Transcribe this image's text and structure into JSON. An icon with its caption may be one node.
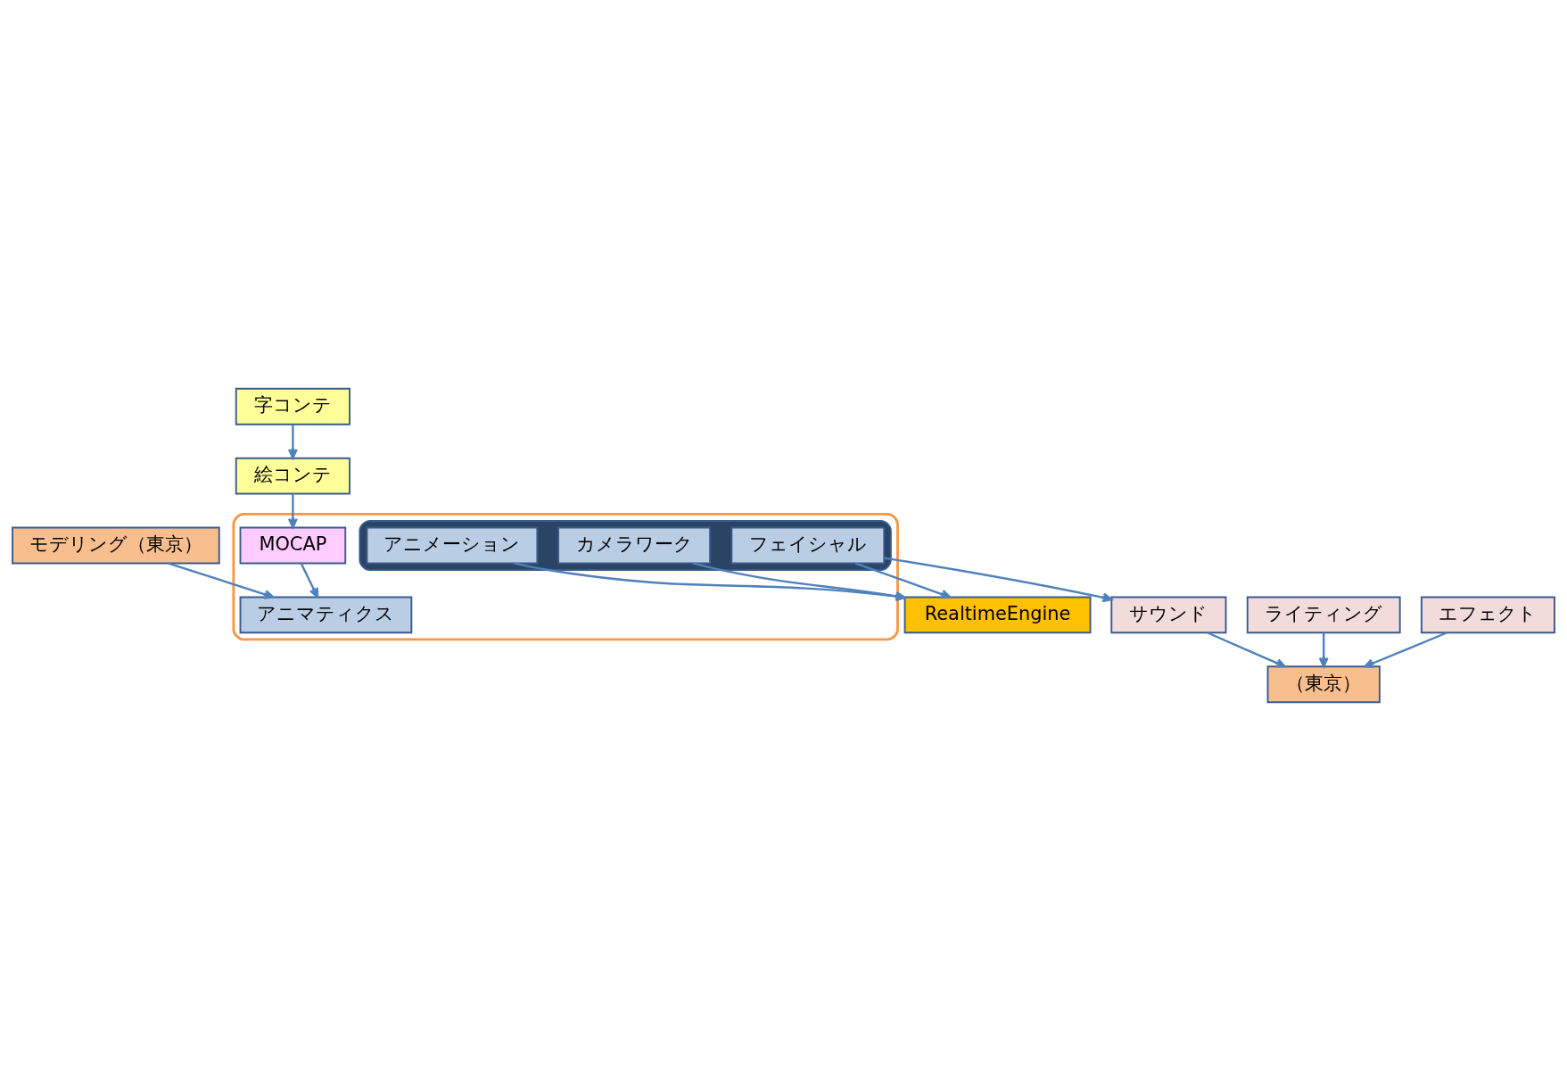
{
  "diagram": {
    "nodes": [
      {
        "text": [
          "字コンテ"
        ]
      },
      {
        "text": [
          "絵コンテ"
        ]
      },
      {
        "text": [
          "モデリング（東京）"
        ]
      },
      {
        "text": [],
        "shape": "box"
      },
      {
        "text": [
          "MOCAP"
        ],
        "in": 3
      },
      {
        "text": [
          "アニマティクス"
        ],
        "in": 3
      },
      {
        "text": [],
        "shape": "ellipse",
        "in": 3
      },
      {
        "text": [
          "カメラワーク"
        ],
        "in": 6
      },
      {
        "text": [
          "アニメーション"
        ],
        "in": 6
      },
      {
        "text": [
          "フェイシャル"
        ],
        "in": 6
      },
      {
        "text": [
          "RealtimeEngine"
        ]
      },
      {
        "text": [
          "ライティング"
        ]
      },
      {
        "text": [
          "エフェクト"
        ]
      },
      {
        "text": [
          "サウンド"
        ]
      },
      {
        "text": [
          "（東京）"
        ]
      }
    ],
    "edges": [
      {
        "from": 0,
        "to": 1,
        "arrow": "to"
      },
      {
        "from": 1,
        "to": 4,
        "arrow": "to"
      },
      {
        "from": 2,
        "to": 5,
        "arrow": "to"
      },
      {
        "from": 4,
        "to": 5,
        "arrow": "to"
      },
      {
        "from": 7,
        "to": 10,
        "arrow": "to"
      },
      {
        "from": 8,
        "to": 10,
        "arrow": "to"
      },
      {
        "from": 9,
        "to": 10,
        "arrow": "to"
      },
      {
        "from": 9,
        "to": 13,
        "arrow": "to"
      },
      {
        "from": 11,
        "to": 14,
        "arrow": "to"
      },
      {
        "from": 12,
        "to": 14,
        "arrow": "to"
      },
      {
        "from": 13,
        "to": 14,
        "arrow": "to"
      }
    ]
  }
}
